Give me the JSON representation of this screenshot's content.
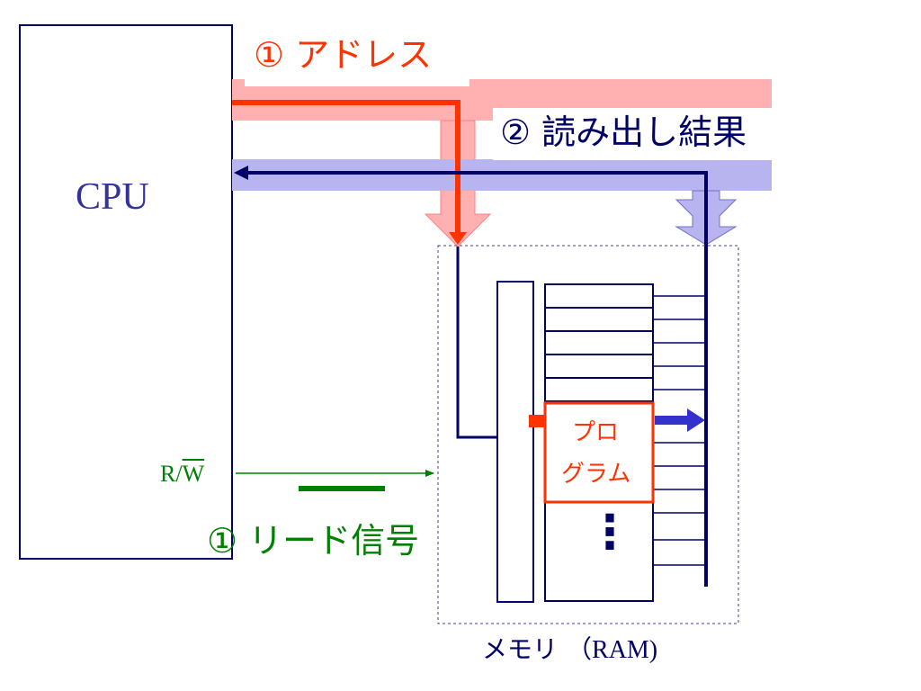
{
  "cpu": {
    "label": "CPU"
  },
  "address": {
    "label": "① アドレス",
    "color": "#ff3300",
    "bus_color": "#ffb0b0"
  },
  "read_result": {
    "label": "② 読み出し結果",
    "color": "#000066",
    "bus_color": "#b8b4f0"
  },
  "rw_signal": {
    "label_r": "R/",
    "label_w": "W",
    "color": "#008000"
  },
  "read_signal": {
    "label": "① リード信号"
  },
  "program": {
    "line1": "プロ",
    "line2": "グラム",
    "color": "#ff3300"
  },
  "ellipsis": "⋮",
  "memory": {
    "label_kana": "メモリ",
    "label_ram": "（RAM)"
  },
  "colors": {
    "cpu_text": "#333399",
    "navy": "#000066",
    "blue_arrow": "#3333cc"
  }
}
